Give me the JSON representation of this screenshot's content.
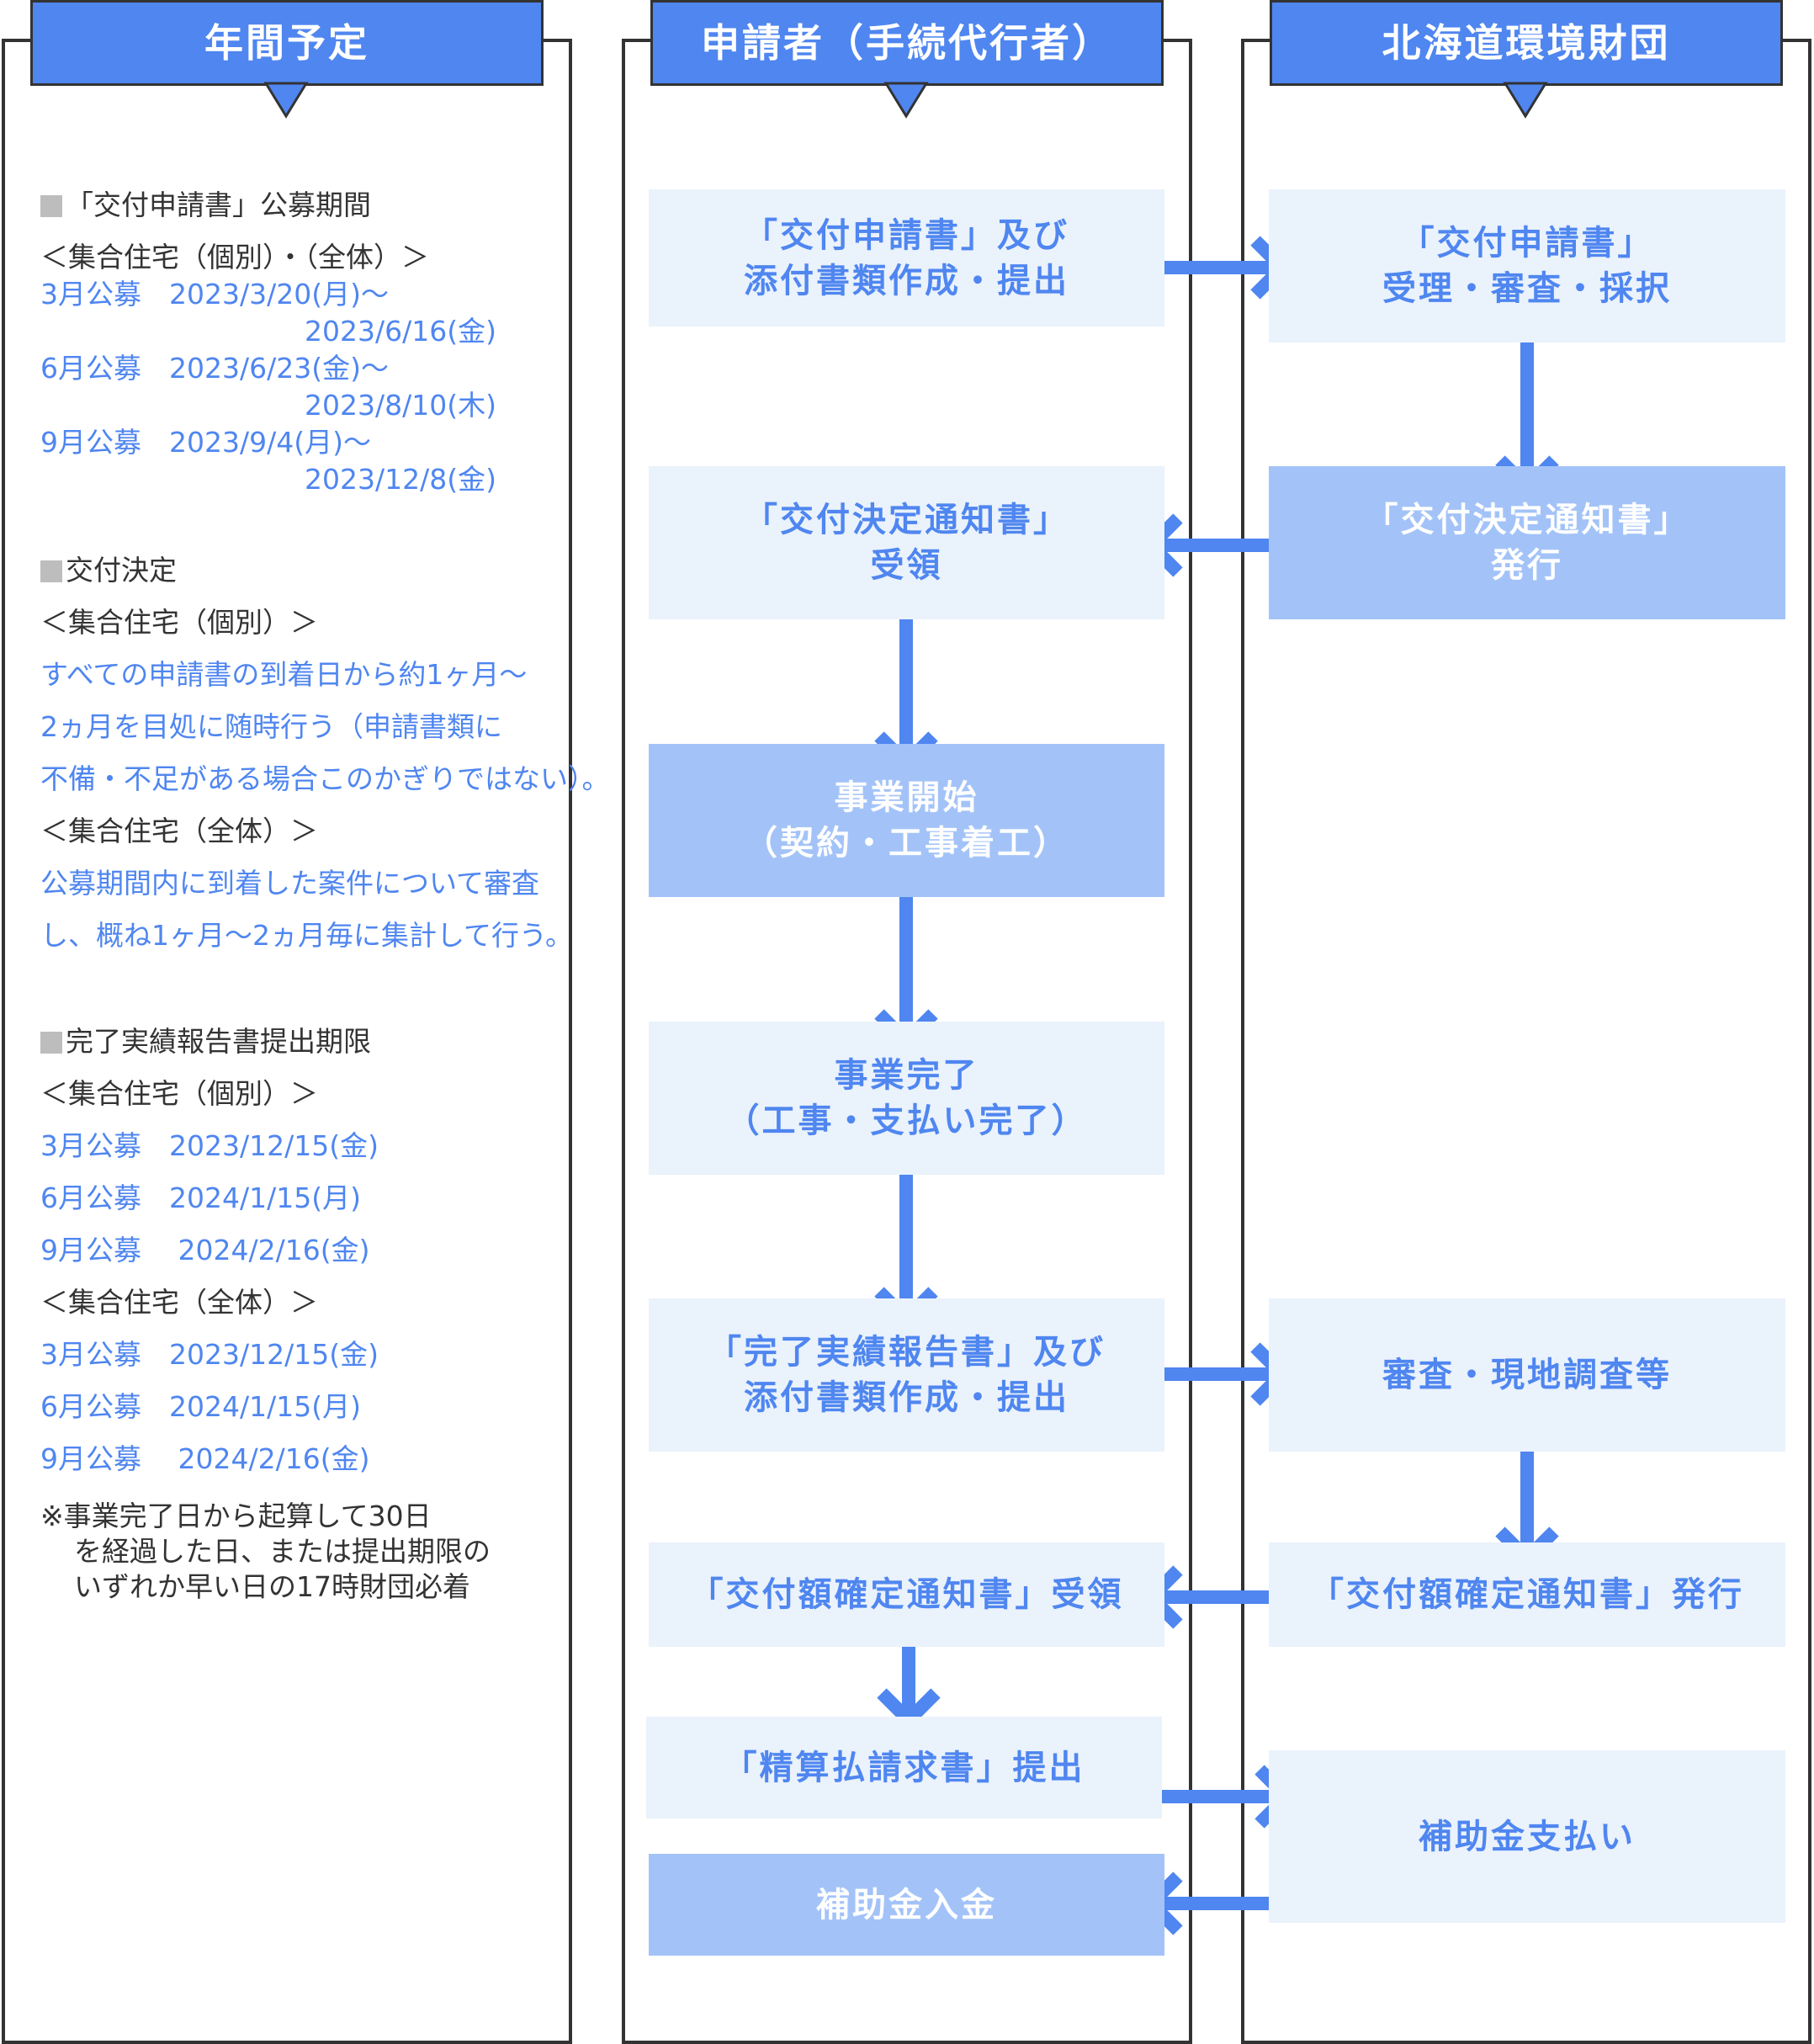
{
  "columns": {
    "schedule": {
      "title": "年間予定"
    },
    "applicant": {
      "title": "申請者（手続代行者）"
    },
    "foundation": {
      "title": "北海道環境財団"
    }
  },
  "schedule": {
    "sections": [
      {
        "heading": "「交付申請書」公募期間",
        "lines": [
          {
            "text": "＜集合住宅（個別）・（全体）＞",
            "style": "dark"
          },
          {
            "text": "3月公募　2023/3/20(月)～",
            "style": "blue"
          },
          {
            "text": "2023/6/16(金)",
            "style": "blue",
            "indent": true
          },
          {
            "text": "6月公募　2023/6/23(金)～",
            "style": "blue"
          },
          {
            "text": "2023/8/10(木)",
            "style": "blue",
            "indent": true
          },
          {
            "text": "9月公募　2023/9/4(月)～",
            "style": "blue"
          },
          {
            "text": "2023/12/8(金)",
            "style": "blue",
            "indent": true
          }
        ]
      },
      {
        "heading": "交付決定",
        "lines": [
          {
            "text": "＜集合住宅（個別）＞",
            "style": "dark"
          },
          {
            "text": "すべての申請書の到着日から約1ヶ月～",
            "style": "blue"
          },
          {
            "text": "2ヵ月を目処に随時行う（申請書類に",
            "style": "blue"
          },
          {
            "text": "不備・不足がある場合このかぎりではない）。",
            "style": "blue"
          },
          {
            "text": "＜集合住宅（全体）＞",
            "style": "dark"
          },
          {
            "text": "公募期間内に到着した案件について審査",
            "style": "blue"
          },
          {
            "text": "し、概ね1ヶ月～2ヵ月毎に集計して行う。",
            "style": "blue"
          }
        ]
      },
      {
        "heading": "完了実績報告書提出期限",
        "lines": [
          {
            "text": "＜集合住宅（個別）＞",
            "style": "dark"
          },
          {
            "text": "3月公募　2023/12/15(金)",
            "style": "blue"
          },
          {
            "text": "6月公募　2024/1/15(月)",
            "style": "blue"
          },
          {
            "text": "9月公募　 2024/2/16(金)",
            "style": "blue"
          },
          {
            "text": "＜集合住宅（全体）＞",
            "style": "dark"
          },
          {
            "text": "3月公募　2023/12/15(金)",
            "style": "blue"
          },
          {
            "text": "6月公募　2024/1/15(月)",
            "style": "blue"
          },
          {
            "text": "9月公募　 2024/2/16(金)",
            "style": "blue"
          }
        ]
      }
    ],
    "note": [
      "※事業完了日から起算して30日",
      "を経過した日、または提出期限の",
      "いずれか早い日の17時財団必着"
    ]
  },
  "flow": {
    "applicant": [
      {
        "id": "a1",
        "lines": [
          "「交付申請書」及び",
          "添付書類作成・提出"
        ],
        "tone": "light"
      },
      {
        "id": "a2",
        "lines": [
          "「交付決定通知書」",
          "受領"
        ],
        "tone": "light"
      },
      {
        "id": "a3",
        "lines": [
          "事業開始",
          "（契約・工事着工）"
        ],
        "tone": "mid"
      },
      {
        "id": "a4",
        "lines": [
          "事業完了",
          "（工事・支払い完了）"
        ],
        "tone": "light"
      },
      {
        "id": "a5",
        "lines": [
          "「完了実績報告書」及び",
          "添付書類作成・提出"
        ],
        "tone": "light"
      },
      {
        "id": "a6",
        "lines": [
          "「交付額確定通知書」受領"
        ],
        "tone": "light"
      },
      {
        "id": "a7",
        "lines": [
          "「精算払請求書」提出"
        ],
        "tone": "light"
      },
      {
        "id": "a8",
        "lines": [
          "補助金入金"
        ],
        "tone": "mid"
      }
    ],
    "foundation": [
      {
        "id": "f1",
        "lines": [
          "「交付申請書」",
          "受理・審査・採択"
        ],
        "tone": "light"
      },
      {
        "id": "f2",
        "lines": [
          "「交付決定通知書」",
          "発行"
        ],
        "tone": "mid"
      },
      {
        "id": "f3",
        "lines": [
          "審査・現地調査等"
        ],
        "tone": "light"
      },
      {
        "id": "f4",
        "lines": [
          "「交付額確定通知書」発行"
        ],
        "tone": "light"
      },
      {
        "id": "f5",
        "lines": [
          "補助金支払い"
        ],
        "tone": "light"
      }
    ]
  },
  "colors": {
    "header": "#4f86f0",
    "box_light": "#eaf2fc",
    "box_mid": "#a3c3f8",
    "arrow": "#4f86f0",
    "text_blue": "#4f86f0",
    "text_dark": "#333333",
    "border": "#333333"
  }
}
